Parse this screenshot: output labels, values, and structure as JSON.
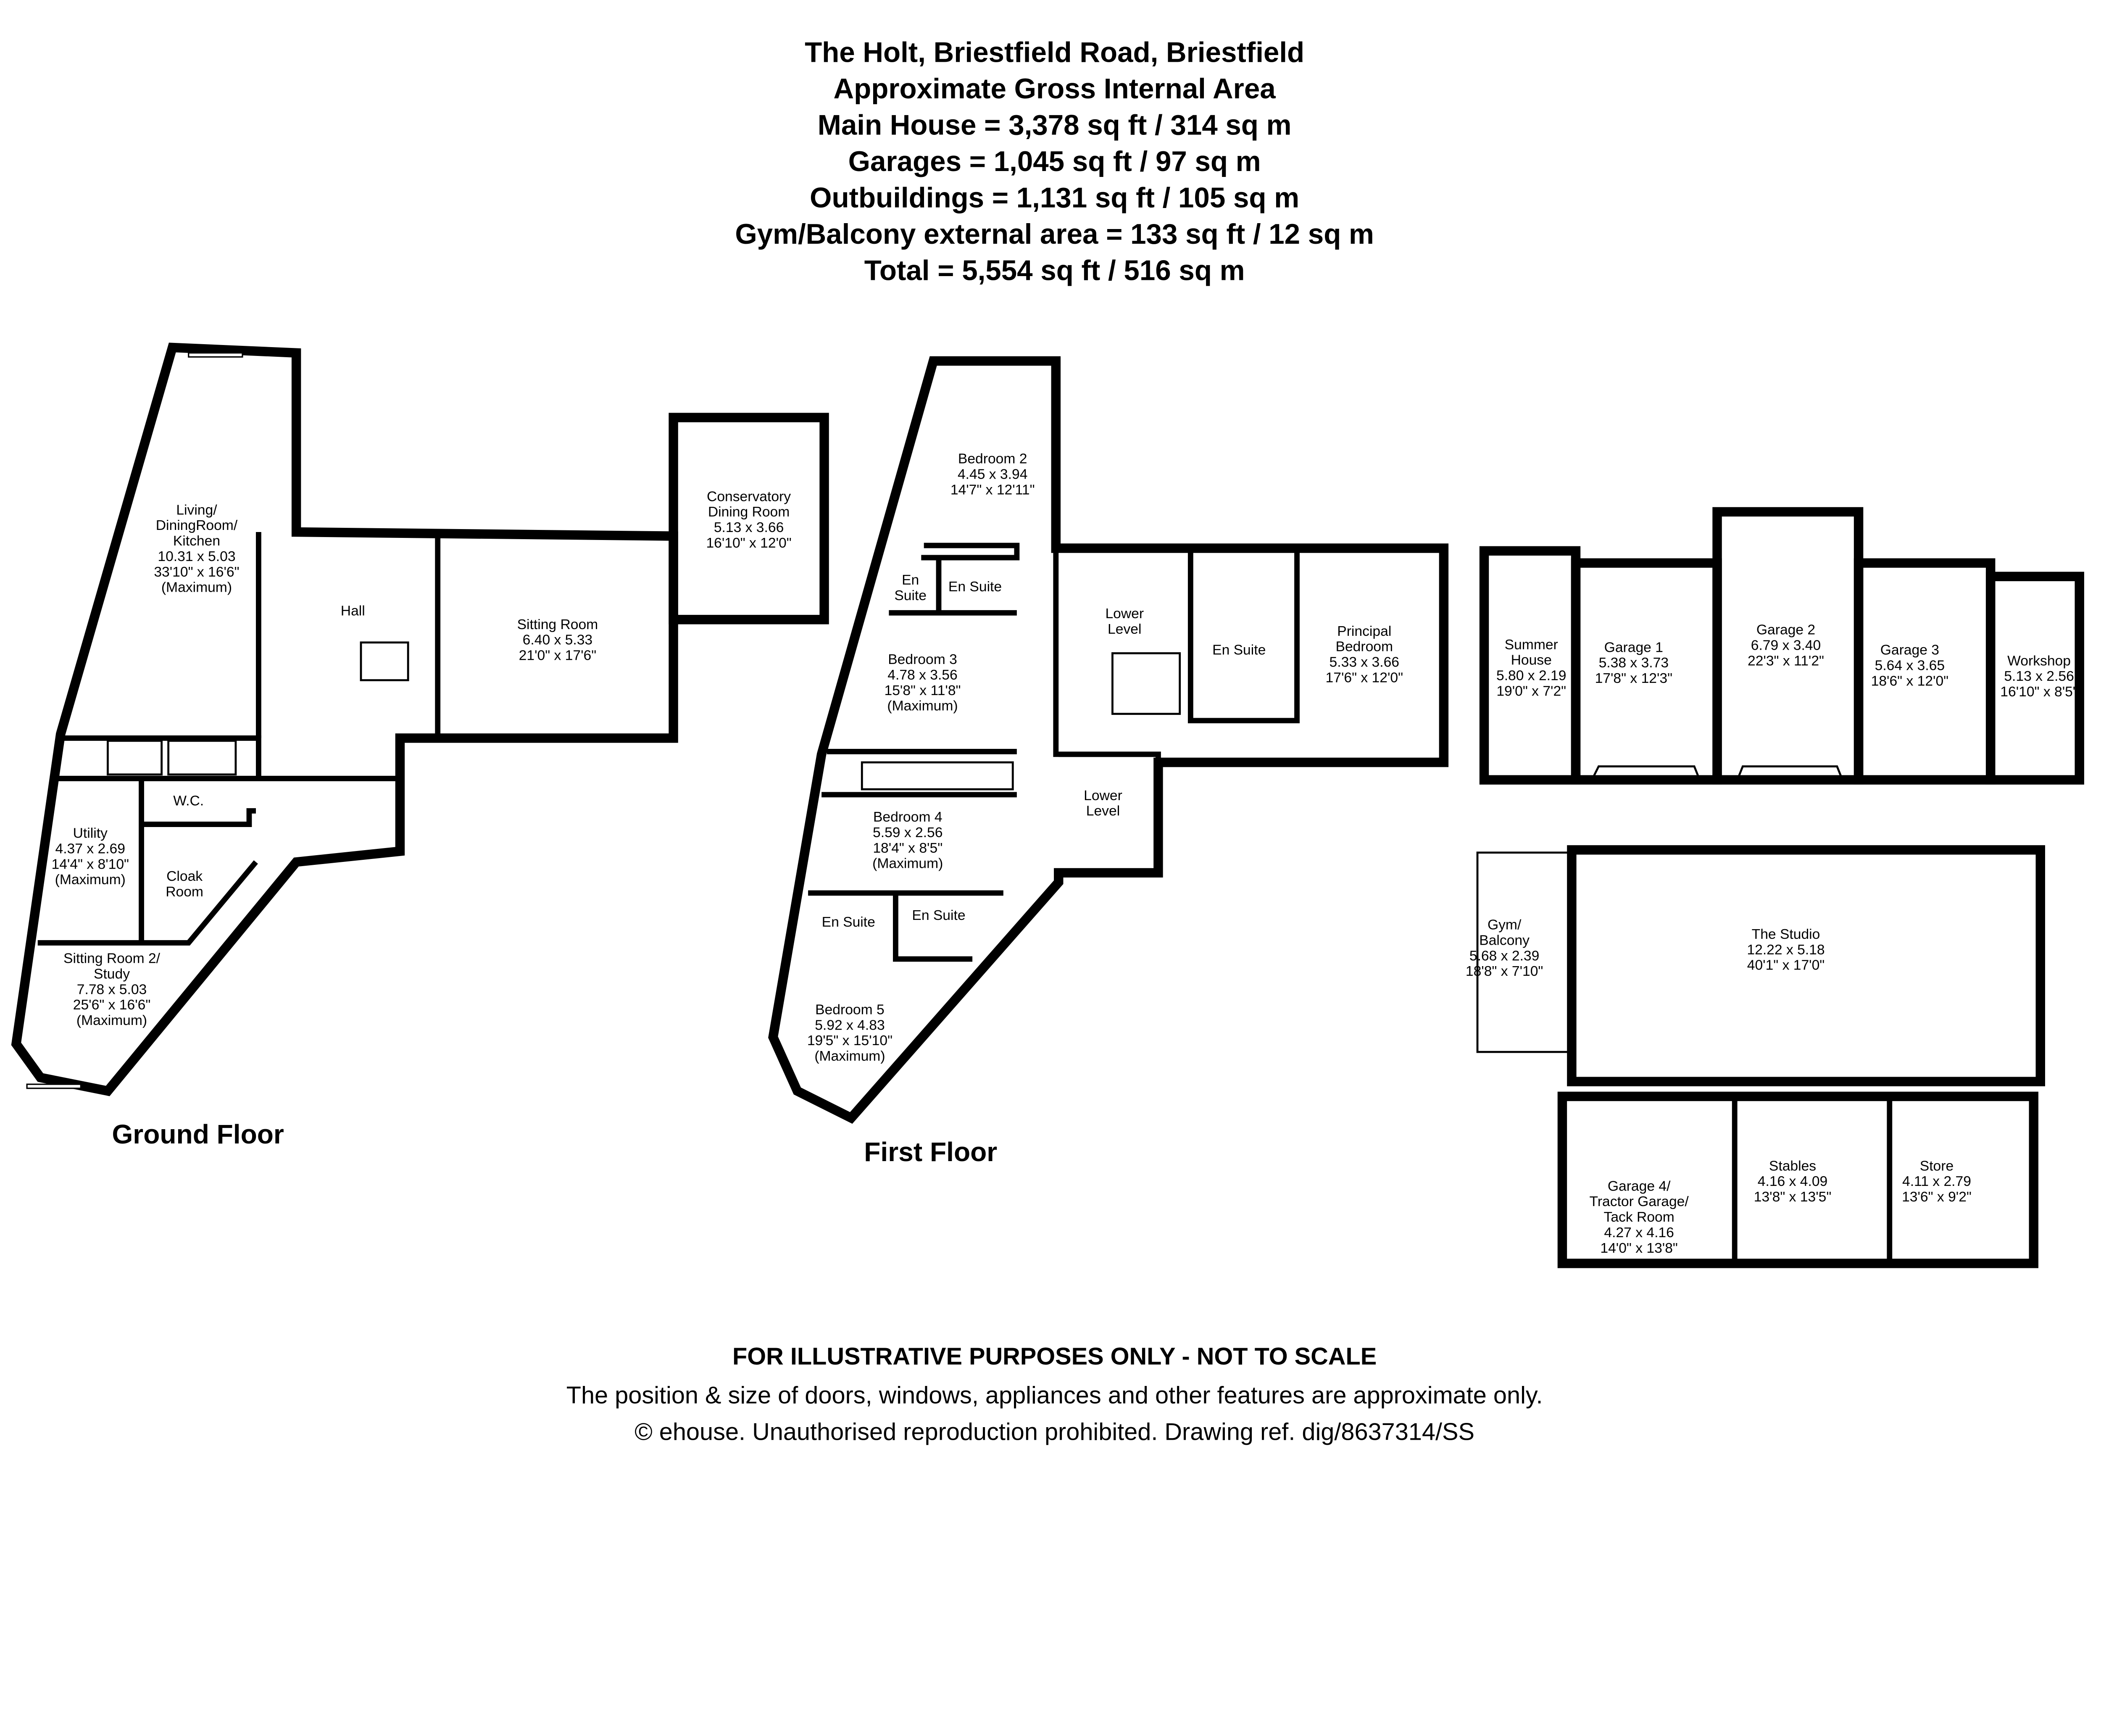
{
  "header": {
    "lines": [
      "The Holt, Briestfield Road, Briestfield",
      "Approximate Gross Internal Area",
      "Main House = 3,378 sq ft / 314 sq m",
      "Garages = 1,045 sq ft / 97 sq m",
      "Outbuildings = 1,131 sq ft / 105 sq m",
      "Gym/Balcony external area = 133 sq ft / 12 sq m",
      "Total = 5,554 sq ft / 516 sq m"
    ]
  },
  "floors": {
    "ground": "Ground Floor",
    "first": "First Floor"
  },
  "rooms": [
    {
      "id": "living",
      "lines": [
        "Living/",
        "DiningRoom/",
        "Kitchen",
        "10.31 x 5.03",
        "33'10\" x 16'6\"",
        "(Maximum)"
      ]
    },
    {
      "id": "hall",
      "lines": [
        "Hall"
      ]
    },
    {
      "id": "sitting-room",
      "lines": [
        "Sitting Room",
        "6.40 x 5.33",
        "21'0\" x 17'6\""
      ]
    },
    {
      "id": "conservatory",
      "lines": [
        "Conservatory",
        "Dining Room",
        "5.13 x 3.66",
        "16'10\" x 12'0\""
      ]
    },
    {
      "id": "wc",
      "lines": [
        "W.C."
      ]
    },
    {
      "id": "utility",
      "lines": [
        "Utility",
        "4.37 x 2.69",
        "14'4\" x 8'10\"",
        "(Maximum)"
      ]
    },
    {
      "id": "cloak-room",
      "lines": [
        "Cloak",
        "Room"
      ]
    },
    {
      "id": "sitting-room-2",
      "lines": [
        "Sitting Room 2/",
        "Study",
        "7.78 x 5.03",
        "25'6\" x 16'6\"",
        "(Maximum)"
      ]
    },
    {
      "id": "bedroom-2",
      "lines": [
        "Bedroom 2",
        "4.45 x 3.94",
        "14'7\" x 12'11\""
      ]
    },
    {
      "id": "en-suite-a",
      "lines": [
        "En",
        "Suite"
      ]
    },
    {
      "id": "en-suite-b",
      "lines": [
        "En Suite"
      ]
    },
    {
      "id": "bedroom-3",
      "lines": [
        "Bedroom 3",
        "4.78 x 3.56",
        "15'8\" x 11'8\"",
        "(Maximum)"
      ]
    },
    {
      "id": "lower-level-1",
      "lines": [
        "Lower",
        "Level"
      ]
    },
    {
      "id": "en-suite-principal",
      "lines": [
        "En Suite"
      ]
    },
    {
      "id": "principal-bedroom",
      "lines": [
        "Principal",
        "Bedroom",
        "5.33 x 3.66",
        "17'6\" x 12'0\""
      ]
    },
    {
      "id": "lower-level-2",
      "lines": [
        "Lower",
        "Level"
      ]
    },
    {
      "id": "bedroom-4",
      "lines": [
        "Bedroom 4",
        "5.59 x 2.56",
        "18'4\" x 8'5\"",
        "(Maximum)"
      ]
    },
    {
      "id": "en-suite-c",
      "lines": [
        "En Suite"
      ]
    },
    {
      "id": "en-suite-d",
      "lines": [
        "En Suite"
      ]
    },
    {
      "id": "bedroom-5",
      "lines": [
        "Bedroom 5",
        "5.92 x 4.83",
        "19'5\" x 15'10\"",
        "(Maximum)"
      ]
    },
    {
      "id": "summer-house",
      "lines": [
        "Summer",
        "House",
        "5.80 x 2.19",
        "19'0\" x 7'2\""
      ]
    },
    {
      "id": "garage-1",
      "lines": [
        "Garage 1",
        "5.38 x 3.73",
        "17'8\" x 12'3\""
      ]
    },
    {
      "id": "garage-2",
      "lines": [
        "Garage 2",
        "6.79 x 3.40",
        "22'3\" x 11'2\""
      ]
    },
    {
      "id": "garage-3",
      "lines": [
        "Garage 3",
        "5.64 x 3.65",
        "18'6\" x 12'0\""
      ]
    },
    {
      "id": "workshop",
      "lines": [
        "Workshop",
        "5.13 x 2.56",
        "16'10\" x 8'5\""
      ]
    },
    {
      "id": "gym-balcony",
      "lines": [
        "Gym/",
        "Balcony",
        "5.68 x 2.39",
        "18'8\" x 7'10\""
      ]
    },
    {
      "id": "the-studio",
      "lines": [
        "The Studio",
        "12.22 x 5.18",
        "40'1\" x 17'0\""
      ]
    },
    {
      "id": "garage-4",
      "lines": [
        "Garage 4/",
        "Tractor Garage/",
        "Tack Room",
        "4.27 x 4.16",
        "14'0\" x 13'8\""
      ]
    },
    {
      "id": "stables",
      "lines": [
        "Stables",
        "4.16 x 4.09",
        "13'8\" x 13'5\""
      ]
    },
    {
      "id": "store",
      "lines": [
        "Store",
        "4.11 x 2.79",
        "13'6\" x 9'2\""
      ]
    }
  ],
  "footer": {
    "disclaimer": "FOR ILLUSTRATIVE PURPOSES ONLY - NOT TO SCALE",
    "note": "The position & size of doors, windows, appliances and other features are approximate only.",
    "copyright": "© ehouse. Unauthorised reproduction prohibited. Drawing ref. dig/8637314/SS"
  }
}
